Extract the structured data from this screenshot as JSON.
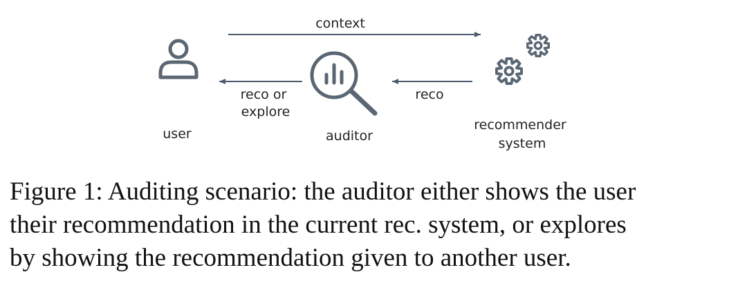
{
  "diagram": {
    "nodes": {
      "user": {
        "label": "user",
        "icon": "user-icon"
      },
      "auditor": {
        "label": "auditor",
        "icon": "magnifier-chart-icon"
      },
      "recommender": {
        "label_line1": "recommender",
        "label_line2": "system",
        "icon": "gears-icon"
      }
    },
    "edges": {
      "context": "context",
      "reco_or_explore_line1": "reco or",
      "reco_or_explore_line2": "explore",
      "reco": "reco"
    },
    "colors": {
      "arrow": "#4b5a6b",
      "icon": "#5a6673",
      "text": "#222222"
    }
  },
  "caption": {
    "line1": "Figure 1: Auditing scenario: the auditor either shows the user",
    "line2": "their recommendation in the current rec. system, or explores",
    "line3": "by showing the recommendation given to another user."
  }
}
